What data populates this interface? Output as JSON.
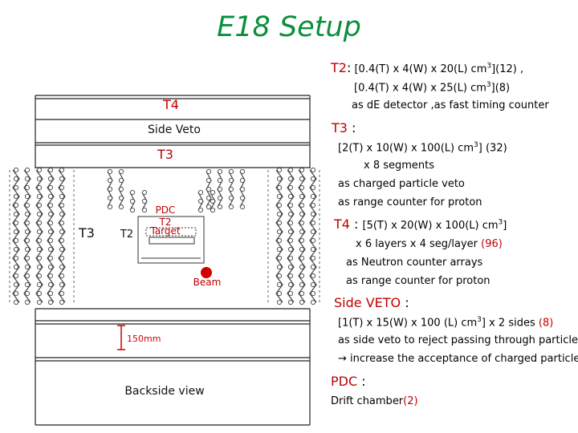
{
  "title": "E18 Setup",
  "colors": {
    "title": "#0a8f3c",
    "heading": "#c00000",
    "counts": "#c00000",
    "beam_dot": "#d00000"
  },
  "diagram": {
    "labels": {
      "t4": "T4",
      "side_veto": "Side Veto",
      "t3_top": "T3",
      "t3_left": "T3",
      "t2": "T2",
      "pdc": "PDC",
      "t2_overlap": "T2",
      "target": "Target",
      "beam": "Beam",
      "scale": "150mm",
      "view": "Backside view"
    }
  },
  "specs": {
    "t2": {
      "label": "T2",
      "sep": ":",
      "line1_text": " [0.4(T) x 4(W) x 20(L) cm",
      "line1_close": "](12) ,",
      "line2_text": "[0.4(T) x 4(W) x 25(L) cm",
      "line2_close": "](8)",
      "line3": "as dE detector ,as  fast  timing counter"
    },
    "t3": {
      "label": "T3",
      "sep": " :",
      "line1_text": "[2(T) x 10(W) x 100(L) cm",
      "line1_close": "] (32)",
      "line2": "x 8 segments",
      "line3": "as charged particle veto",
      "line4": "as range counter for proton"
    },
    "t4": {
      "label": "T4",
      "sep": " : ",
      "line1_text": "[5(T) x 20(W) x 100(L) cm",
      "line1_close": "]",
      "line2_text": "x 6 layers x 4 seg/layer ",
      "line2_count": "(96)",
      "line3": "as Neutron counter arrays",
      "line4": "as range counter for proton"
    },
    "side_veto": {
      "label": "Side  VETO",
      "sep": " :",
      "line1_text": "[1(T) x 15(W) x 100 (L) cm",
      "line1_close": "] x 2 sides ",
      "line1_count": "(8)",
      "line2": "as side veto to reject passing through particles",
      "line3_arrow": "→",
      "line3_text": " increase the acceptance of charged particle"
    },
    "pdc": {
      "label": "PDC",
      "sep": " :",
      "line1_text": "Drift chamber",
      "line1_count": "(2)"
    },
    "superscript": "3"
  }
}
